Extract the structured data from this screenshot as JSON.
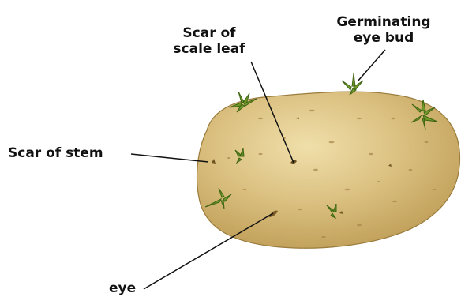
{
  "labels": {
    "scale_leaf_line1": "Scar of",
    "scale_leaf_line2": "scale leaf",
    "bud_line1": "Germinating",
    "bud_line2": "eye bud",
    "stem": "Scar of stem",
    "eye": "eye"
  },
  "colors": {
    "potato_skin": "#d7bc7a",
    "potato_shadow": "#b8964f",
    "potato_highlight": "#efdca4",
    "sprout_green": "#6f9a2a",
    "sprout_dark": "#3f6414",
    "leader_line": "#111111",
    "text": "#111111"
  }
}
